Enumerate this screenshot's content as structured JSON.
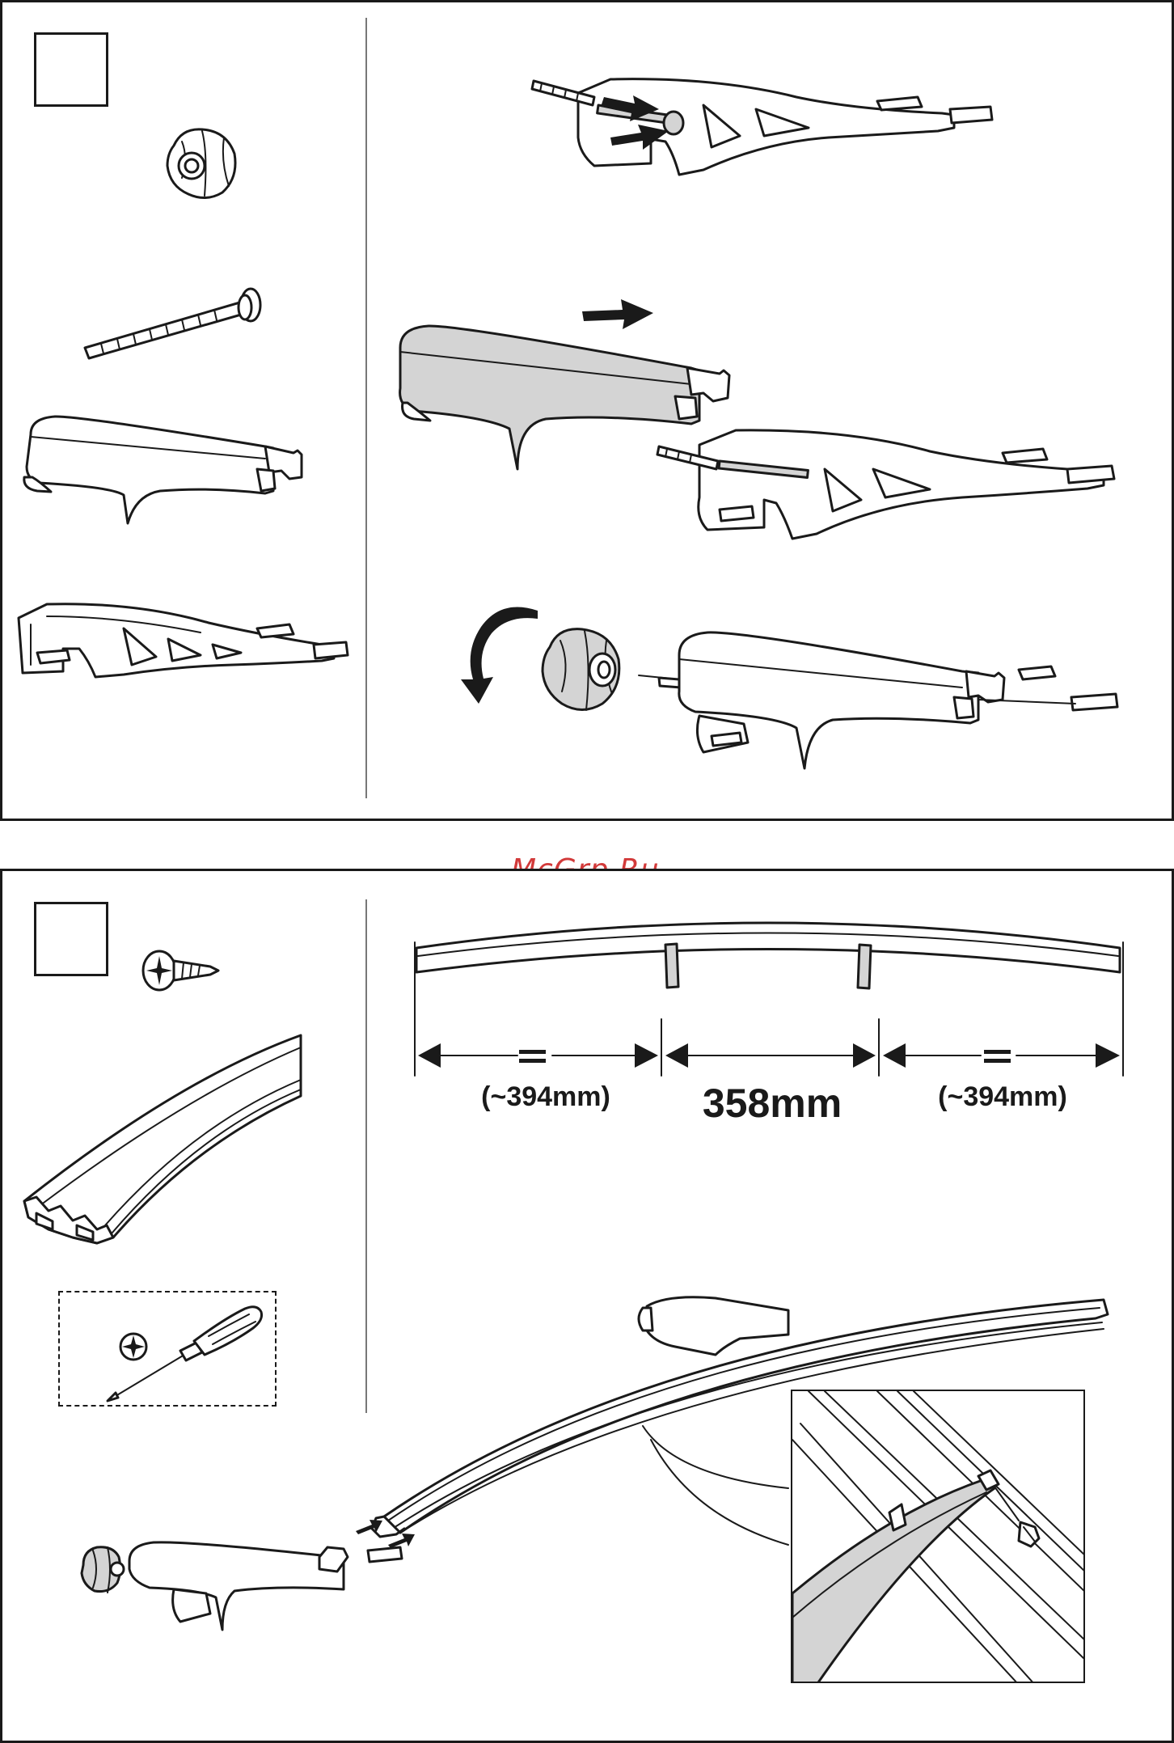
{
  "watermark": "McGrp.Ru",
  "step1": {
    "number": ""
  },
  "step2": {
    "number": ""
  },
  "measurements": {
    "left": "(~394mm)",
    "center": "358mm",
    "right": "(~394mm)",
    "equal_sign": "="
  },
  "icons": {
    "knob": "knob-icon",
    "bolt": "bolt-icon",
    "screw": "phillips-screw-icon",
    "screwdriver": "screwdriver-icon"
  },
  "colors": {
    "line": "#1a1a1a",
    "shade": "#d4d4d4",
    "watermark": "#d23a3a"
  }
}
